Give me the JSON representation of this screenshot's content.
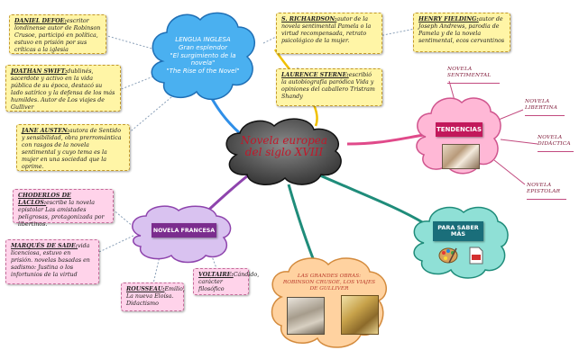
{
  "central": {
    "title_line1": "Novela europea",
    "title_line2": "del siglo XVIII"
  },
  "lengua_inglesa": {
    "l1": "LENGUA INGLESA",
    "l2": "Gran esplendor",
    "l3": "\"El surgimiento de la",
    "l4": "novela\"",
    "l5": "\"The Rise of the Novel\""
  },
  "notes_left": [
    {
      "name": "DANIEL DEFOE:",
      "text": "escritor londinense autor de Robinson Crusoe, participó en política, estuvo en prisión por sus críticas a la iglesia"
    },
    {
      "name": "JOATHAN SWIFT:",
      "text": "dublinés, sacerdote y activo en la vida pública de su época, destacó su lado satírico y la defensa de los más humildes. Autor de Los viajes de Gulliver"
    },
    {
      "name": "JANE AUSTEN:",
      "text": "autora de Sentido y sensibilidad, obra prerromántica con rasgos de la novela sentimental y cuyo tema es la mujer en una sociedad que la oprime."
    }
  ],
  "notes_right": [
    {
      "name": "S. RICHARDSON:",
      "text": "autor de la novela sentimental Pamela o la virtud recompensada, retrato psicológico de la mujer."
    },
    {
      "name": "HENRY FIELDING:",
      "text": "autor de Joseph Andrews, parodia de Pamela y de la novela sentimental, ecos cervantinos"
    },
    {
      "name": "LAURENCE STERNE:",
      "text": "escribió la autobiografía paródica Vida y opiniones del caballero Tristram Shandy"
    }
  ],
  "tendencias": {
    "label": "TENDENCIAS",
    "leaves": [
      "NOVELA SENTIMENTAL",
      "NOVELA LIBERTINA",
      "NOVELA DIDÁCTICA",
      "NOVELA EPISTOLAR"
    ]
  },
  "saber": {
    "l1": "PARA SABER",
    "l2": "MÁS"
  },
  "francesa": {
    "label": "NOVELA FRANCESA"
  },
  "notes_francesa": [
    {
      "name": "CHODERLOS DE LACLOS:",
      "text": "escribe la novela epistolar Las amistades peligrosas, protagonizada por libertinos."
    },
    {
      "name": "MARQUÉS DE SADE:",
      "text": "vida licenciosa, estuvo en prisión. novelas basadas en sadismo: Justina o los infortunios de la virtud"
    },
    {
      "name": "ROUSSEAU:",
      "text": "Emilio, La nueva Eloísa. Didactismo"
    },
    {
      "name": "VOLTAIRE:",
      "text": "Cándido, carácter filosófico"
    }
  ],
  "obras": {
    "l1": "LAS GRANDES OBRAS:",
    "l2": "ROBINSON CRUSOE, LOS VIAJES",
    "l3": "DE GULLIVER"
  },
  "colors": {
    "blue": "#2f8fe8",
    "pink": "#e04a8a",
    "teal": "#1f8c7a",
    "purple": "#8e44ad",
    "central_text": "#c0182a"
  }
}
